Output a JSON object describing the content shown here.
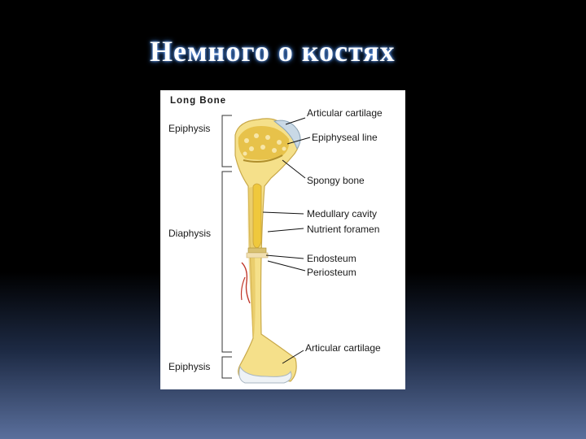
{
  "slide": {
    "title": "Немного о костях"
  },
  "diagram": {
    "heading": "Long Bone",
    "regions": {
      "epiphysis_top": "Epiphysis",
      "diaphysis": "Diaphysis",
      "epiphysis_bottom": "Epiphysis"
    },
    "labels": {
      "articular_cartilage_top": "Articular cartilage",
      "epiphyseal_line": "Epiphyseal line",
      "spongy_bone": "Spongy bone",
      "medullary_cavity": "Medullary cavity",
      "nutrient_foramen": "Nutrient foramen",
      "endosteum": "Endosteum",
      "periosteum": "Periosteum",
      "articular_cartilage_bottom": "Articular cartilage"
    },
    "colors": {
      "bone": "#f5e08a",
      "bone_shade": "#e2c25a",
      "spongy": "#e7c24a",
      "cartilage": "#c9d9e6",
      "marrow": "#efc83c",
      "vessel": "#c0392b"
    }
  }
}
